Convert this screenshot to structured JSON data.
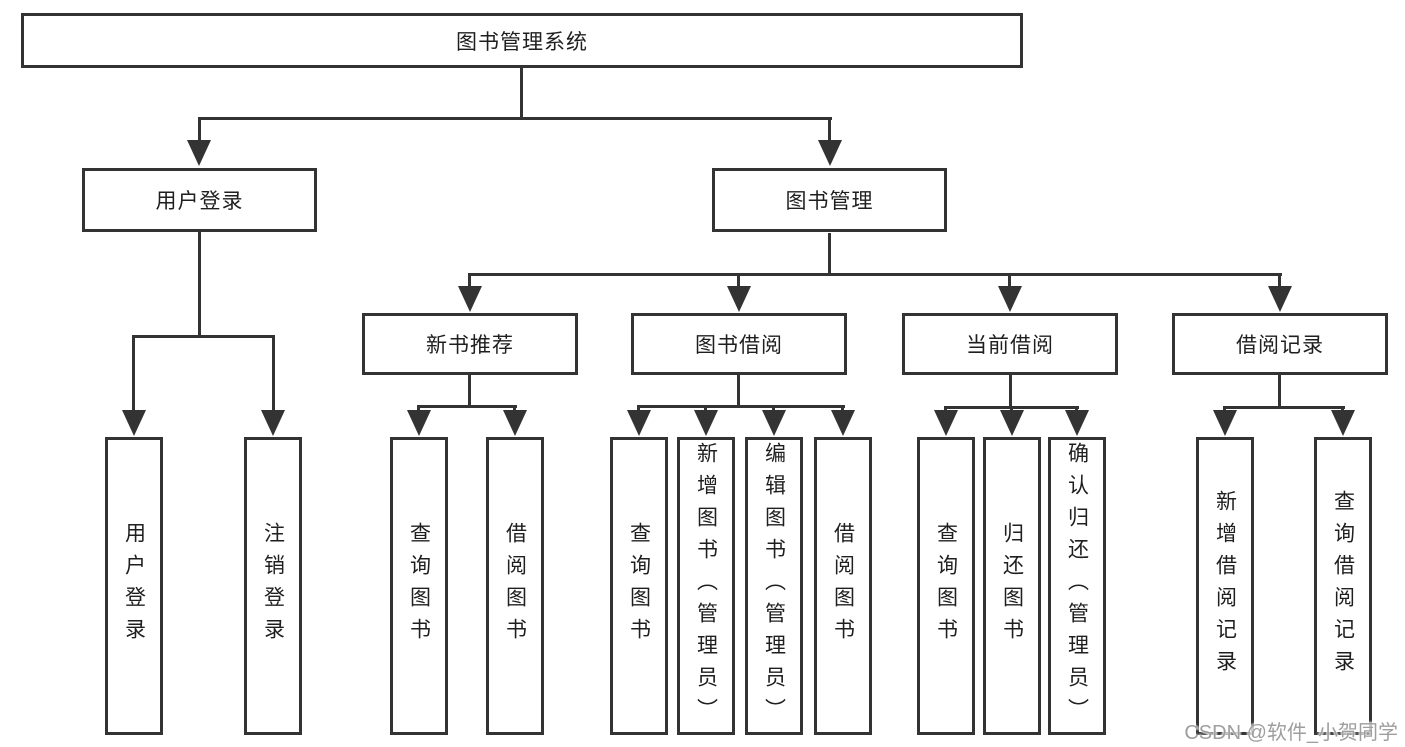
{
  "diagram": {
    "root": {
      "label": "图书管理系统"
    },
    "level2": [
      {
        "label": "用户登录",
        "children": [
          {
            "label": "用户登录"
          },
          {
            "label": "注销登录"
          }
        ]
      },
      {
        "label": "图书管理",
        "children": [
          {
            "label": "新书推荐",
            "children": [
              {
                "label": "查询图书"
              },
              {
                "label": "借阅图书"
              }
            ]
          },
          {
            "label": "图书借阅",
            "children": [
              {
                "label": "查询图书"
              },
              {
                "label": "新增图书（管理员）"
              },
              {
                "label": "编辑图书（管理员）"
              },
              {
                "label": "借阅图书"
              }
            ]
          },
          {
            "label": "当前借阅",
            "children": [
              {
                "label": "查询图书"
              },
              {
                "label": "归还图书"
              },
              {
                "label": "确认归还（管理员）"
              }
            ]
          },
          {
            "label": "借阅记录",
            "children": [
              {
                "label": "新增借阅记录"
              },
              {
                "label": "查询借阅记录"
              }
            ]
          }
        ]
      }
    ]
  },
  "watermark": {
    "text": "CSDN @软件_小贺同学"
  },
  "colors": {
    "line": "#333333",
    "text": "#1f1f1f",
    "background": "#ffffff",
    "watermark": "#9e9e9e"
  }
}
